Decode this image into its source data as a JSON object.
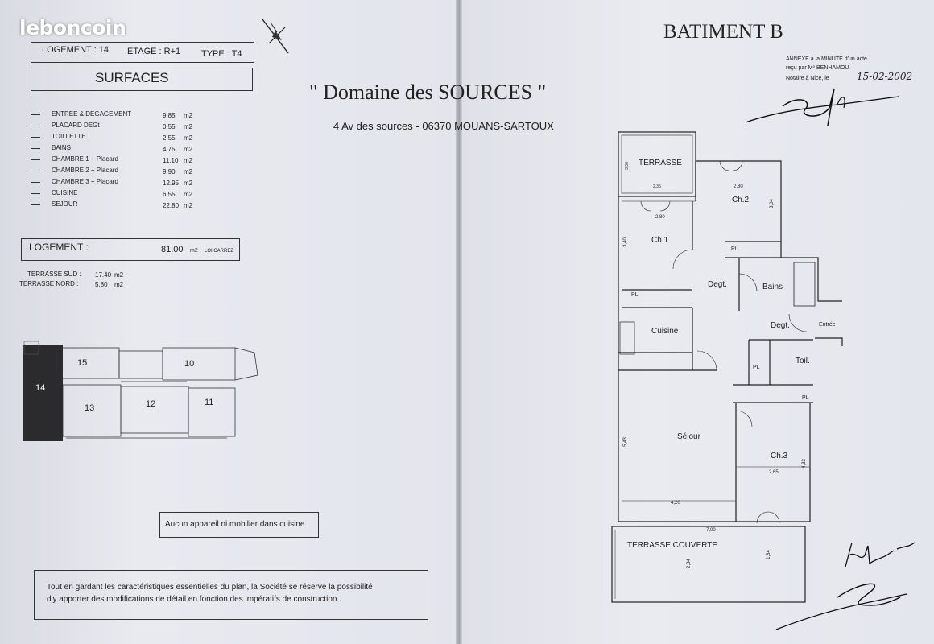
{
  "watermark": "leboncoin",
  "header": {
    "logement": "LOGEMENT : 14",
    "etage": "ETAGE : R+1",
    "type": "TYPE : T4",
    "surfaces_title": "SURFACES"
  },
  "rooms": [
    {
      "label": "ENTREE & DEGAGEMENT",
      "value": "9.85",
      "unit": "m2"
    },
    {
      "label": "PLACARD DEGt",
      "value": "0.55",
      "unit": "m2"
    },
    {
      "label": "TOILLETTE",
      "value": "2.55",
      "unit": "m2"
    },
    {
      "label": "BAINS",
      "value": "4.75",
      "unit": "m2"
    },
    {
      "label": "CHAMBRE 1 + Placard",
      "value": "11.10",
      "unit": "m2"
    },
    {
      "label": "CHAMBRE 2 + Placard",
      "value": "9.90",
      "unit": "m2"
    },
    {
      "label": "CHAMBRE 3 + Placard",
      "value": "12.95",
      "unit": "m2"
    },
    {
      "label": "CUISINE",
      "value": "6.55",
      "unit": "m2"
    },
    {
      "label": "SEJOUR",
      "value": "22.80",
      "unit": "m2"
    }
  ],
  "total": {
    "label": "LOGEMENT :",
    "value": "81.00",
    "unit": "m2",
    "note": "LOI CARREZ"
  },
  "terraces": [
    {
      "label": "TERRASSE SUD :",
      "value": "17.40",
      "unit": "m2"
    },
    {
      "label": "TERRASSE NORD :",
      "value": "5.80",
      "unit": "m2"
    }
  ],
  "floor_plan_units": [
    "15",
    "10",
    "14",
    "13",
    "12",
    "11"
  ],
  "kitchen_note": "Aucun appareil ni mobilier dans cuisine",
  "disclaimer_line1": "Tout en gardant les caractéristiques essentielles du plan, la Société se réserve la possibilité",
  "disclaimer_line2": "d'y apporter des modifications de détail en fonction des impératifs de construction .",
  "title": "\" Domaine des SOURCES \"",
  "address": "4 Av des sources - 06370 MOUANS-SARTOUX",
  "building": "BATIMENT  B",
  "annex_line1": "ANNEXE à la MINUTE d'un acte",
  "annex_line2": "reçu par Mᵉ BENHAMOU",
  "annex_line3": "Notaire à Nice, le",
  "annex_date": "15-02-2002",
  "plan": {
    "terrasse": "TERRASSE",
    "ch2": "Ch.2",
    "ch1": "Ch.1",
    "degt1": "Degt.",
    "bains": "Bains",
    "degt2": "Degt.",
    "entree": "Entrée",
    "cuisine": "Cuisine",
    "toil": "Toil.",
    "sejour": "Séjour",
    "ch3": "Ch.3",
    "terrasse_couverte": "TERRASSE COUVERTE",
    "pl": "PL",
    "dims": {
      "d280a": "2,80",
      "d304": "3,04",
      "d280b": "2,80",
      "d340": "3,40",
      "d543": "5,43",
      "d420": "4,20",
      "d265": "2,65",
      "d433": "4,33",
      "d700": "7,00",
      "d284": "2,84",
      "d184": "1,84",
      "d336": "3,36",
      "d2xx": "2,36"
    }
  }
}
